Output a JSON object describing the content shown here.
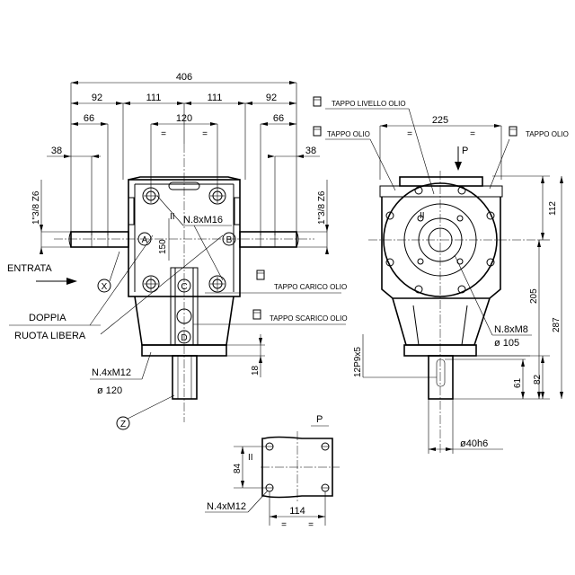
{
  "dimensions": {
    "overall_width": "406",
    "left_92": "92",
    "mid_111_left": "111",
    "mid_111_right": "111",
    "right_92": "92",
    "left_66": "66",
    "center_120": "120",
    "right_66": "66",
    "left_38": "38",
    "right_38": "38",
    "height_150": "150",
    "side_width_225": "225",
    "side_112": "112",
    "side_205": "205",
    "side_287": "287",
    "side_82": "82",
    "side_61": "61",
    "key_18": "18",
    "flange_84": "84",
    "flange_114": "114",
    "equal_mark": "="
  },
  "labels": {
    "input_shaft_spline_left": "1\"3/8 Z6",
    "input_shaft_spline_right": "1\"3/8 Z6",
    "holes_m16": "N.8xM16",
    "holes_m8": "N.8xM8",
    "diameter_105": "ø 105",
    "flange_holes_front": "N.4xM12",
    "diameter_120": "ø 120",
    "flange_holes_bottom": "N.4xM12",
    "key_12p9": "12P9x5",
    "shaft_diameter": "ø40h6",
    "entrata": "ENTRATA",
    "doppia": "DOPPIA",
    "ruota_libera": "RUOTA LIBERA",
    "tappo_carico": "TAPPO CARICO OLIO",
    "tappo_scarico": "TAPPO SCARICO OLIO",
    "tappo_livello": "TAPPO LIVELLO OLIO",
    "tappo_olio_left": "TAPPO OLIO",
    "tappo_olio_right": "TAPPO OLIO",
    "view_p_side": "P",
    "view_p_bottom": "P",
    "roman_two": "II",
    "roman_two_side": "II",
    "roman_two_bottom": "II"
  },
  "markers": {
    "A": "A",
    "B": "B",
    "C": "C",
    "D": "D",
    "X": "X",
    "Z": "Z"
  }
}
